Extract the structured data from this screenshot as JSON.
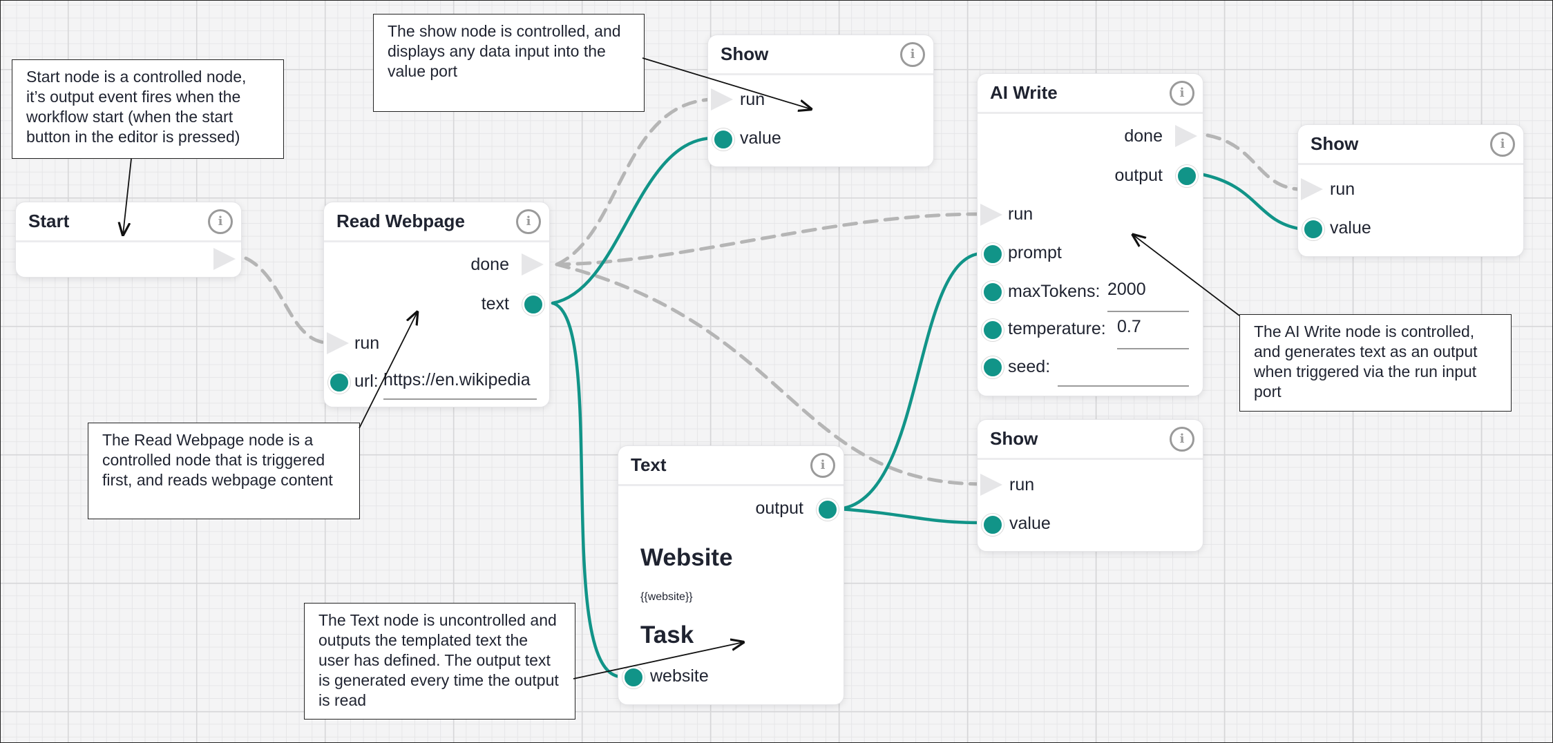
{
  "callouts": {
    "start": "Start node is a controlled node, it’s output event fires when the workflow start (when the start button in the editor is pressed)",
    "show": "The show node is controlled, and displays any data input into the value port",
    "readwebpage": "The Read Webpage node is a controlled node that is triggered first, and reads webpage content",
    "text": "The Text node is uncontrolled and outputs the templated text the user has defined. The output text is generated every time the output is read",
    "aiwrite": "The AI Write node is controlled, and generates text as an output when triggered via the run input port"
  },
  "nodes": {
    "start": {
      "title": "Start"
    },
    "readwebpage": {
      "title": "Read Webpage",
      "done": "done",
      "text": "text",
      "run": "run",
      "url_label": "url:",
      "url_value": "https://en.wikipedia"
    },
    "show1": {
      "title": "Show",
      "run": "run",
      "value": "value"
    },
    "aiwrite": {
      "title": "AI Write",
      "done": "done",
      "output": "output",
      "run": "run",
      "prompt": "prompt",
      "maxtokens_label": "maxTokens:",
      "maxtokens_value": "2000",
      "temperature_label": "temperature:",
      "temperature_value": "0.7",
      "seed_label": "seed:",
      "seed_value": ""
    },
    "show2": {
      "title": "Show",
      "run": "run",
      "value": "value"
    },
    "show3": {
      "title": "Show",
      "run": "run",
      "value": "value"
    },
    "text": {
      "title": "Text",
      "output": "output",
      "heading1": "Website",
      "template": "{{website}}",
      "heading2": "Task",
      "website": "website"
    }
  },
  "icons": {
    "info": "info-icon",
    "event_port": "triangle-port-icon",
    "data_port": "circle-port-icon"
  },
  "colors": {
    "data_wire": "#119488",
    "event_wire": "#b5b5b5",
    "port": "#119488"
  }
}
